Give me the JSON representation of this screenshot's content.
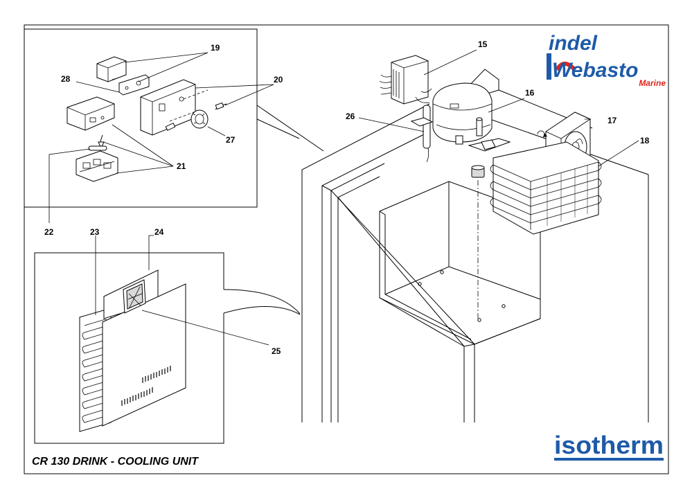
{
  "title": "CR 130 DRINK - COOLING UNIT",
  "brand_top": {
    "line1": "indel",
    "line2": "Webasto",
    "line3": "Marine",
    "blue": "#1e5aa8",
    "red": "#e2231a"
  },
  "brand_bottom": {
    "name": "isotherm",
    "blue": "#1e5aa8"
  },
  "callouts": {
    "c15": "15",
    "c16": "16",
    "c17": "17",
    "c18": "18",
    "c19": "19",
    "c20": "20",
    "c21": "21",
    "c22": "22",
    "c23": "23",
    "c24": "24",
    "c25": "25",
    "c26": "26",
    "c27": "27",
    "c28": "28"
  }
}
